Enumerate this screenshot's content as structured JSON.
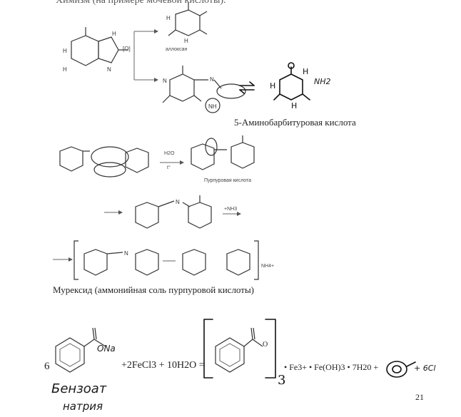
{
  "header_text": "Химизм (на примере мочевой кислоты).",
  "labels": {
    "alloxan": "аллоксан",
    "aminobarbituric": "5-Аминобарбитуровая кислота",
    "purpuric": "Пурпуровая кислота",
    "murexide": "Мурексид (аммонийная соль пурпуровой кислоты)"
  },
  "conditions": {
    "oxidation": "[O]",
    "water": "H2O",
    "temp": "t°",
    "ammonia": "+NH3",
    "ammonium": "NH4+"
  },
  "equation": {
    "coef": "6",
    "salt": "ONa",
    "reagents": "+2FeCl3 + 10H2O =",
    "anion": "O",
    "subscript": "3",
    "products": "• Fe3+ • Fe(OH)3 • 7H20 +"
  },
  "handwriting": {
    "name_line1": "Бензоат",
    "name_line2": "натрия",
    "nh2": "NH2",
    "extra": "+ 6Cl"
  },
  "page_number": "21"
}
